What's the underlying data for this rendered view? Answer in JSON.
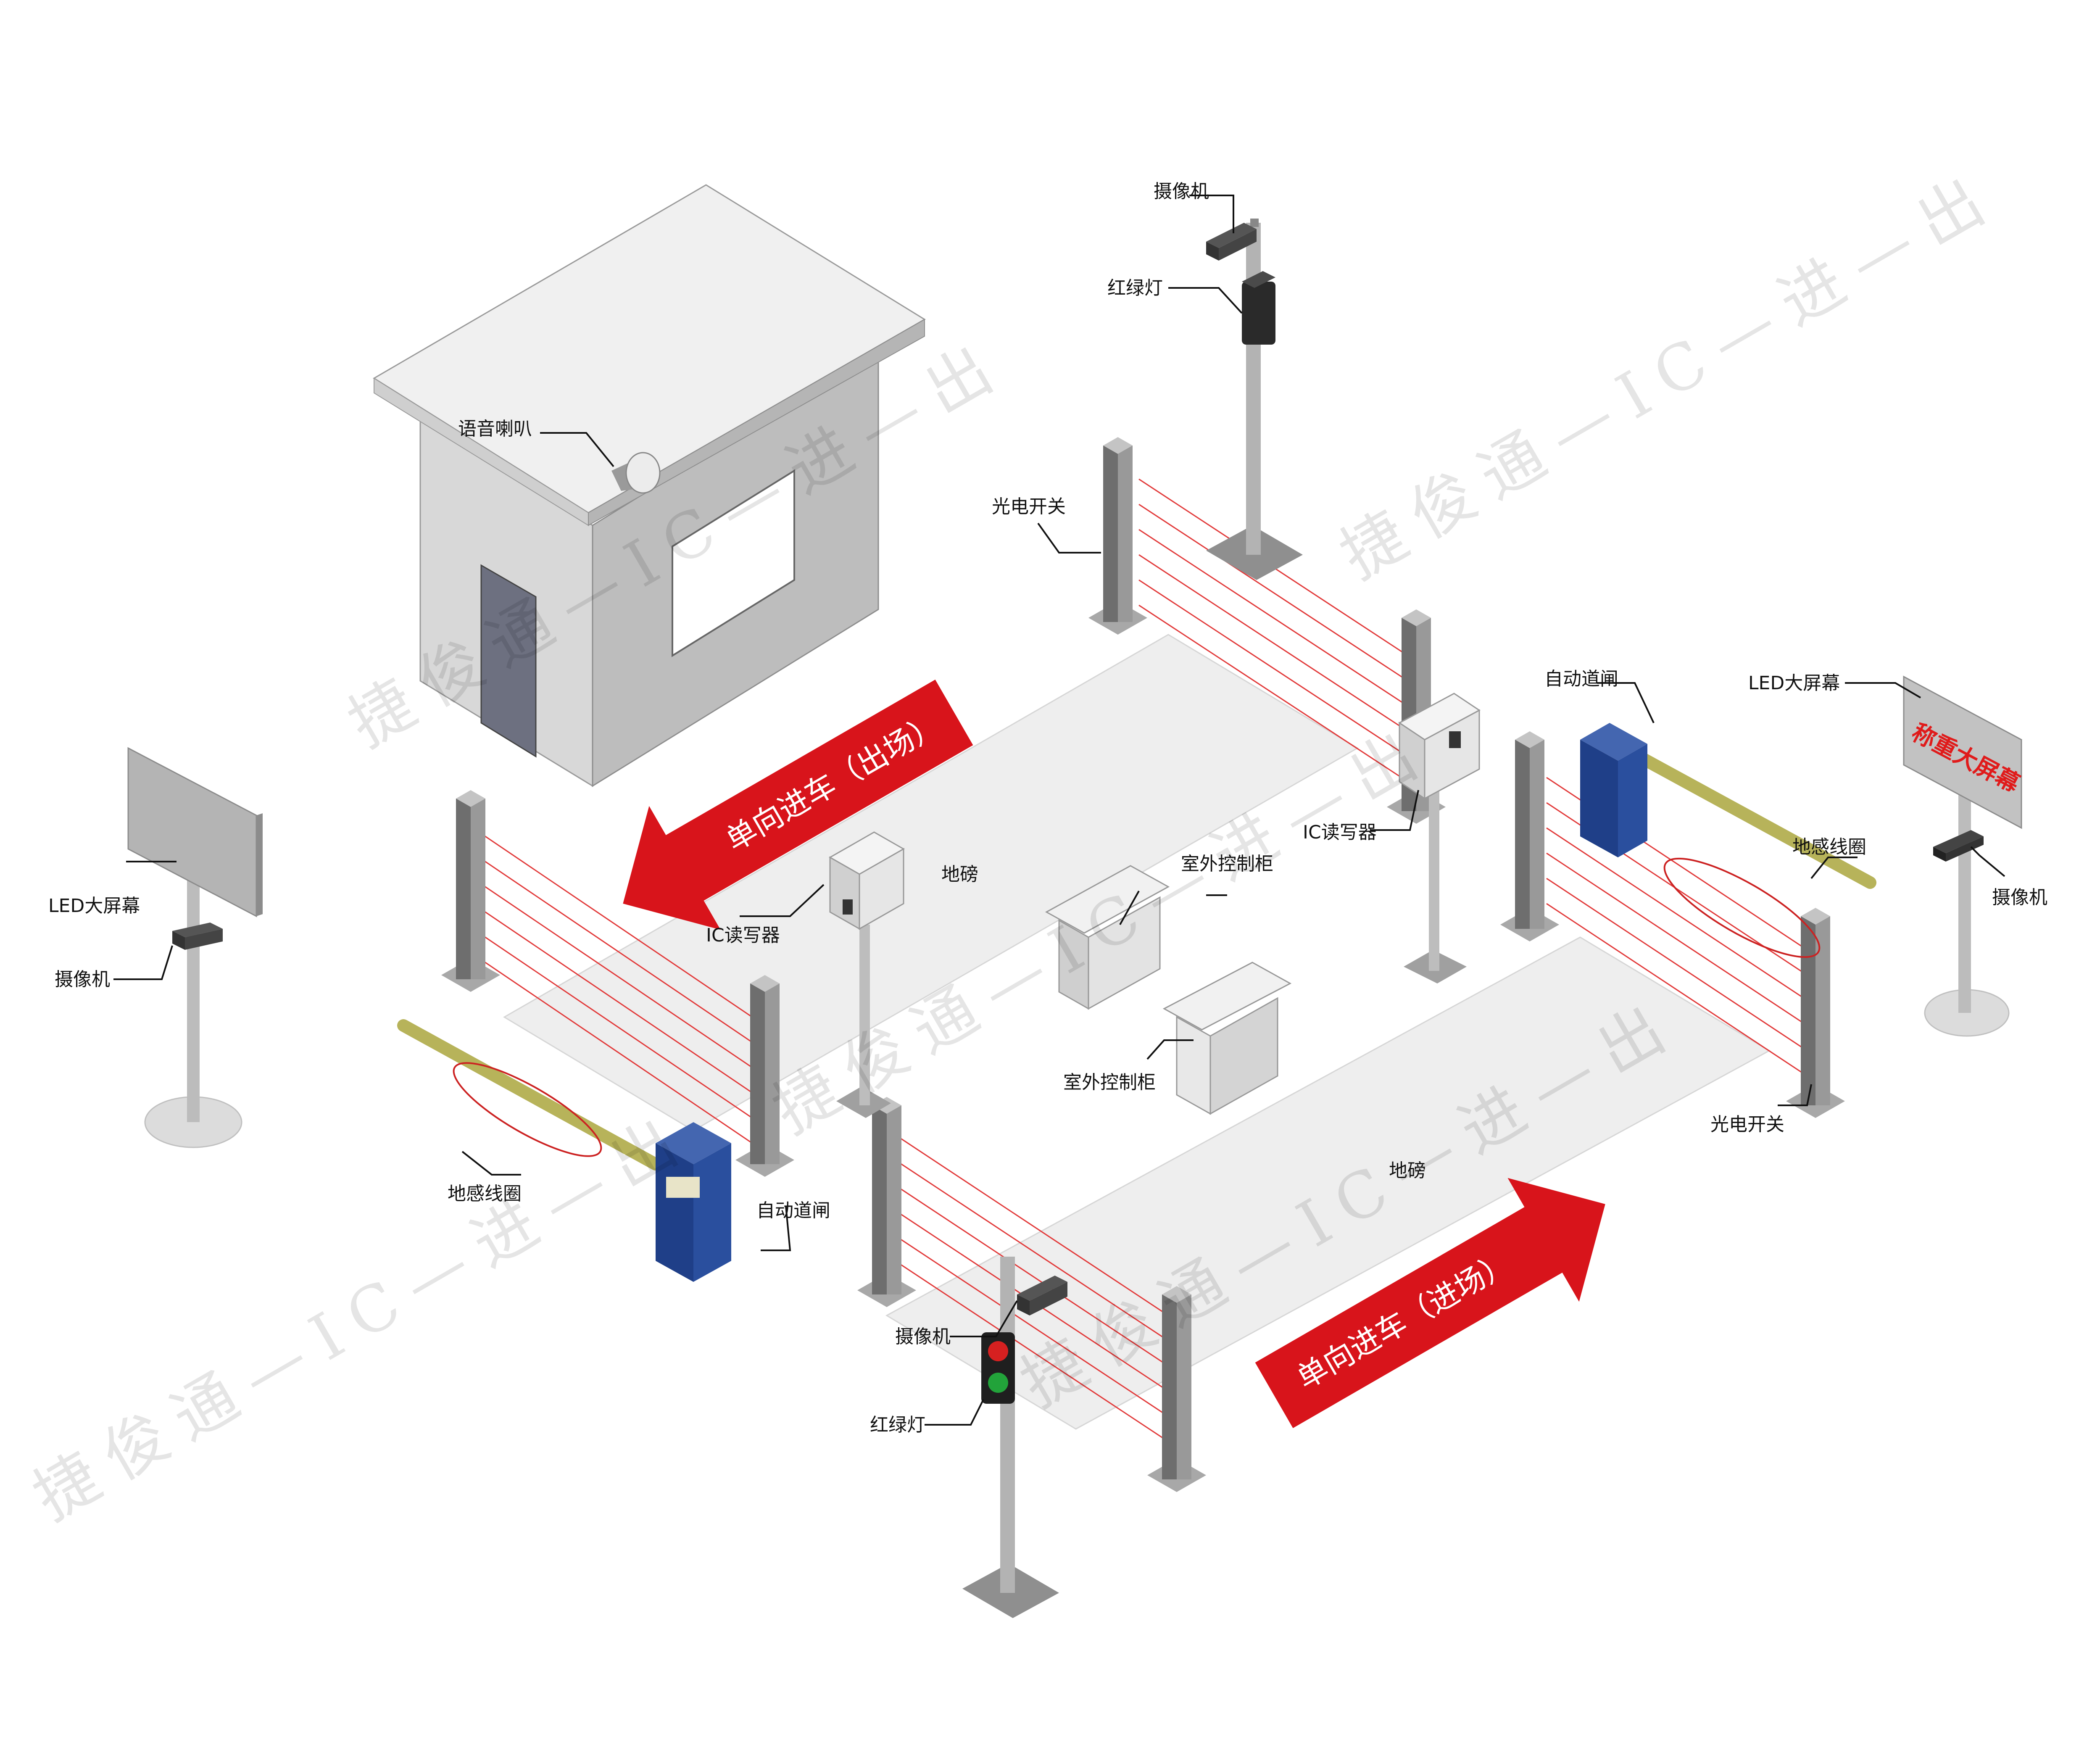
{
  "labels": {
    "camera": "摄像机",
    "traffic_light": "红绿灯",
    "speaker": "语音喇叭",
    "photoelectric_switch": "光电开关",
    "auto_barrier": "自动道闸",
    "led_screen": "LED大屏幕",
    "ic_reader": "IC读写器",
    "outdoor_cabinet": "室外控制柜",
    "weighbridge": "地磅",
    "ground_loop": "地感线圈"
  },
  "arrows": {
    "exit": "单向进车（出场）",
    "entry": "单向进车（进场）"
  },
  "screen_text": "称重大屏幕",
  "watermark": "捷俊通—IC—进—出",
  "colors": {
    "barrier_blue": "#1f3f88",
    "arrow_red": "#d8141b",
    "beam_red": "#e23b3b",
    "boom_olive": "#b7b35a",
    "booth_grey": "#c9c9c9",
    "pad_grey": "#ededed"
  },
  "icons": {
    "camera": "camera-icon",
    "traffic_light": "traffic-light-icon",
    "speaker": "speaker-icon"
  }
}
